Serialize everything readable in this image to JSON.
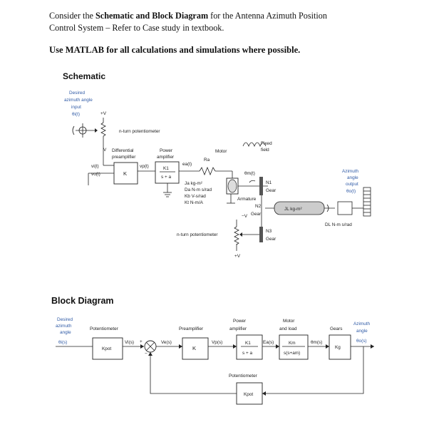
{
  "intro": {
    "prefix": "Consider the ",
    "bold": "Schematic and Block Diagram",
    "suffix": " for the Antenna Azimuth Position",
    "line2": "Control System – Refer to Case study in textbook."
  },
  "instruction": "Use MATLAB for all calculations and simulations where possible.",
  "schematic": {
    "heading": "Schematic",
    "desired_input": [
      "Desired",
      "azimuth angle",
      "input",
      "θi(t)"
    ],
    "plus_v": "+V",
    "minus_v": "−V",
    "pot_top_label": "n-turn potentiometer",
    "pot_bottom_label": "n-turn potentiometer",
    "diff_preamp": [
      "Differential",
      "preamplifier"
    ],
    "power_amp": [
      "Power",
      "amplifier"
    ],
    "motor": "Motor",
    "fixed_field": [
      "Fixed",
      "field"
    ],
    "vi": "vi(t)",
    "vo": "vo(t)",
    "vp": "vp(t)",
    "ea": "ea(t)",
    "Ra": "Ra",
    "theta_m": "θm(t)",
    "K": "K",
    "K1": "K1",
    "s_plus_a": "s + a",
    "params": [
      "Ja  kg-m²",
      "Da  N-m s/rad",
      "Kb  V-s/rad",
      "Kt  N-m/A"
    ],
    "armature": "Armature",
    "gear": "Gear",
    "N1": "N1",
    "N2": "N2",
    "N3": "N3",
    "JL": "JL  kg-m²",
    "DL": "DL N-m s/rad",
    "azimuth_output": [
      "Azimuth",
      "angle",
      "output",
      "θo(t)"
    ]
  },
  "block_diagram": {
    "heading": "Block Diagram",
    "desired_input": [
      "Desired",
      "azimuth",
      "angle",
      "θi(s)"
    ],
    "potentiometer": "Potentiometer",
    "Kpot": "Kpot",
    "vi_s": "Vi(s)",
    "plus": "+",
    "minus": "−",
    "ve_s": "Ve(s)",
    "preamplifier": "Preamplifier",
    "K": "K",
    "vp_s": "Vp(s)",
    "power_amp": [
      "Power",
      "amplifier"
    ],
    "K1": "K1",
    "s_plus_a": "s + a",
    "ea_s": "Ea(s)",
    "motor_load": [
      "Motor",
      "and load"
    ],
    "Km": "Km",
    "motor_den": "s(s+am)",
    "theta_m_s": "θm(s)",
    "gears": "Gears",
    "Kg": "Kg",
    "output": [
      "Azimuth",
      "angle",
      "θo(s)"
    ],
    "feedback_label": "Potentiometer",
    "feedback_Kpot": "Kpot"
  }
}
